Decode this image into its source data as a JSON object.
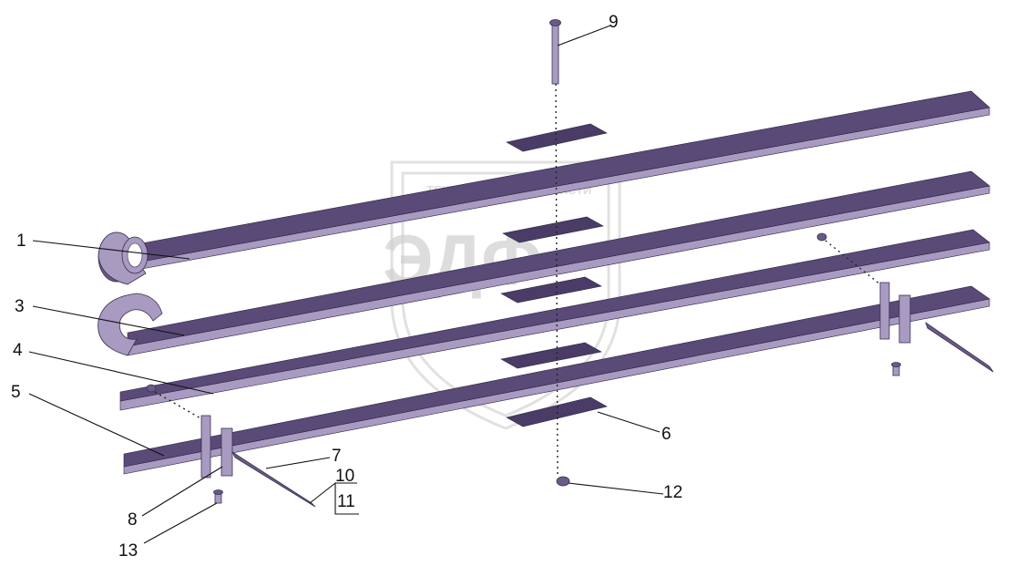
{
  "callouts": [
    {
      "id": "1",
      "text": "1"
    },
    {
      "id": "3",
      "text": "3"
    },
    {
      "id": "4",
      "text": "4"
    },
    {
      "id": "5",
      "text": "5"
    },
    {
      "id": "6",
      "text": "6"
    },
    {
      "id": "7",
      "text": "7"
    },
    {
      "id": "8",
      "text": "8"
    },
    {
      "id": "9",
      "text": "9"
    },
    {
      "id": "10",
      "text": "10"
    },
    {
      "id": "11",
      "text": "11"
    },
    {
      "id": "12",
      "text": "12"
    },
    {
      "id": "13",
      "text": "13"
    }
  ],
  "watermark": {
    "line1": "ТЕХНИКА",
    "line2": "ЗАПЧАСТИ",
    "logo": "ЭДФ"
  },
  "colors": {
    "leaf": "#5a4a78",
    "leaf_edge": "#a89ac0",
    "ink": "#111111"
  }
}
